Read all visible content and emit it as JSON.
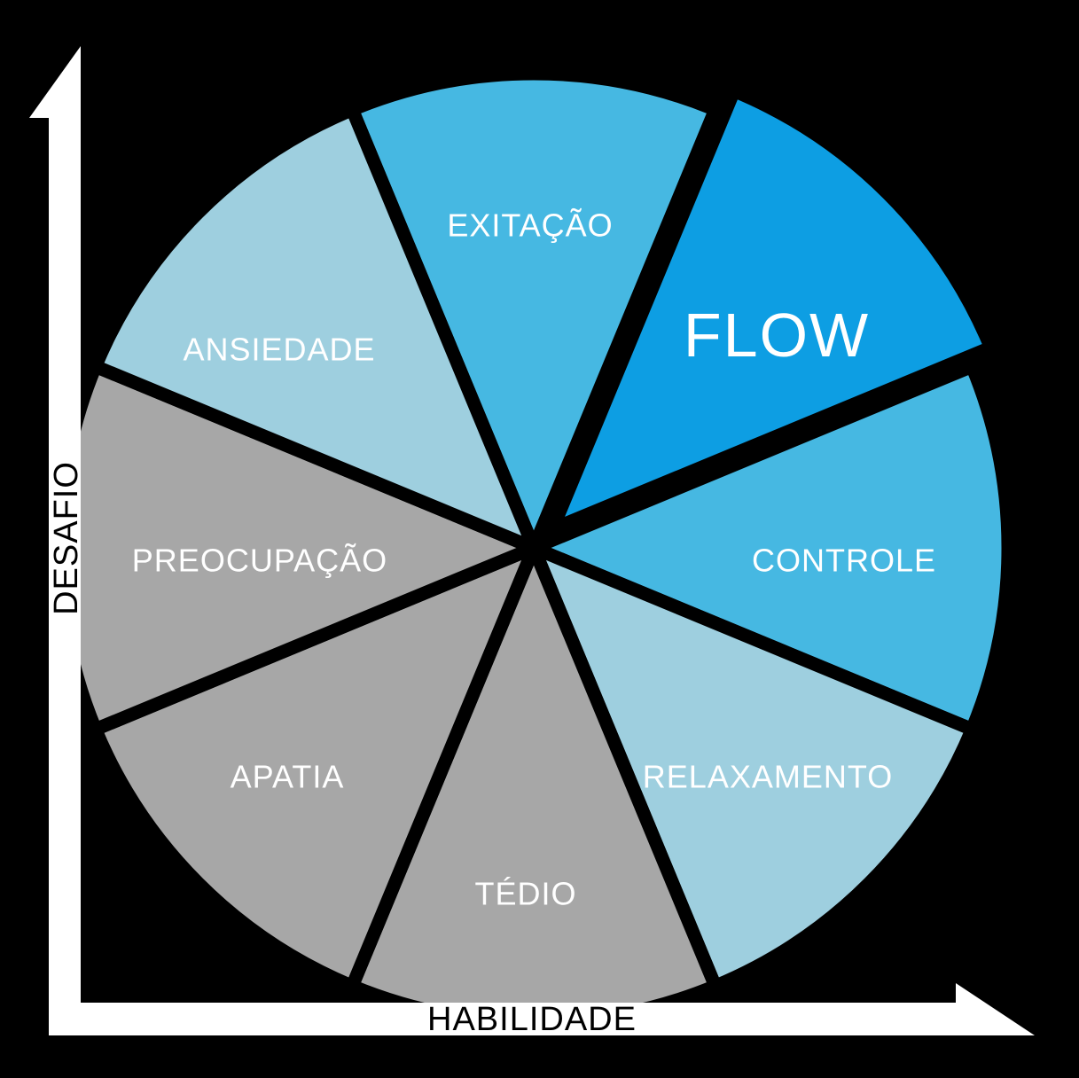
{
  "diagram": {
    "kind": "flow-model-wheel",
    "background_color": "#000000",
    "divider_color": "#000000",
    "label_text_color": "#ffffff"
  },
  "axes": {
    "y_label": "DESAFIO",
    "x_label": "HABILIDADE",
    "arrow_color": "#ffffff",
    "text_color": "#000000"
  },
  "segments": [
    {
      "label": "EXITAÇÃO",
      "color": "#46b8e2",
      "start_angle": 67.5,
      "end_angle": 112.5,
      "exploded": false
    },
    {
      "label": "FLOW",
      "color": "#0d9ee3",
      "start_angle": 22.5,
      "end_angle": 67.5,
      "exploded": true
    },
    {
      "label": "CONTROLE",
      "color": "#46b8e2",
      "start_angle": 337.5,
      "end_angle": 22.5,
      "exploded": false
    },
    {
      "label": "RELAXAMENTO",
      "color": "#9ecfdf",
      "start_angle": 292.5,
      "end_angle": 337.5,
      "exploded": false
    },
    {
      "label": "TÉDIO",
      "color": "#a7a7a7",
      "start_angle": 247.5,
      "end_angle": 292.5,
      "exploded": false
    },
    {
      "label": "APATIA",
      "color": "#a7a7a7",
      "start_angle": 202.5,
      "end_angle": 247.5,
      "exploded": false
    },
    {
      "label": "PREOCUPAÇÃO",
      "color": "#a7a7a7",
      "start_angle": 157.5,
      "end_angle": 202.5,
      "exploded": false
    },
    {
      "label": "ANSIEDADE",
      "color": "#9ecfdf",
      "start_angle": 112.5,
      "end_angle": 157.5,
      "exploded": false
    }
  ]
}
